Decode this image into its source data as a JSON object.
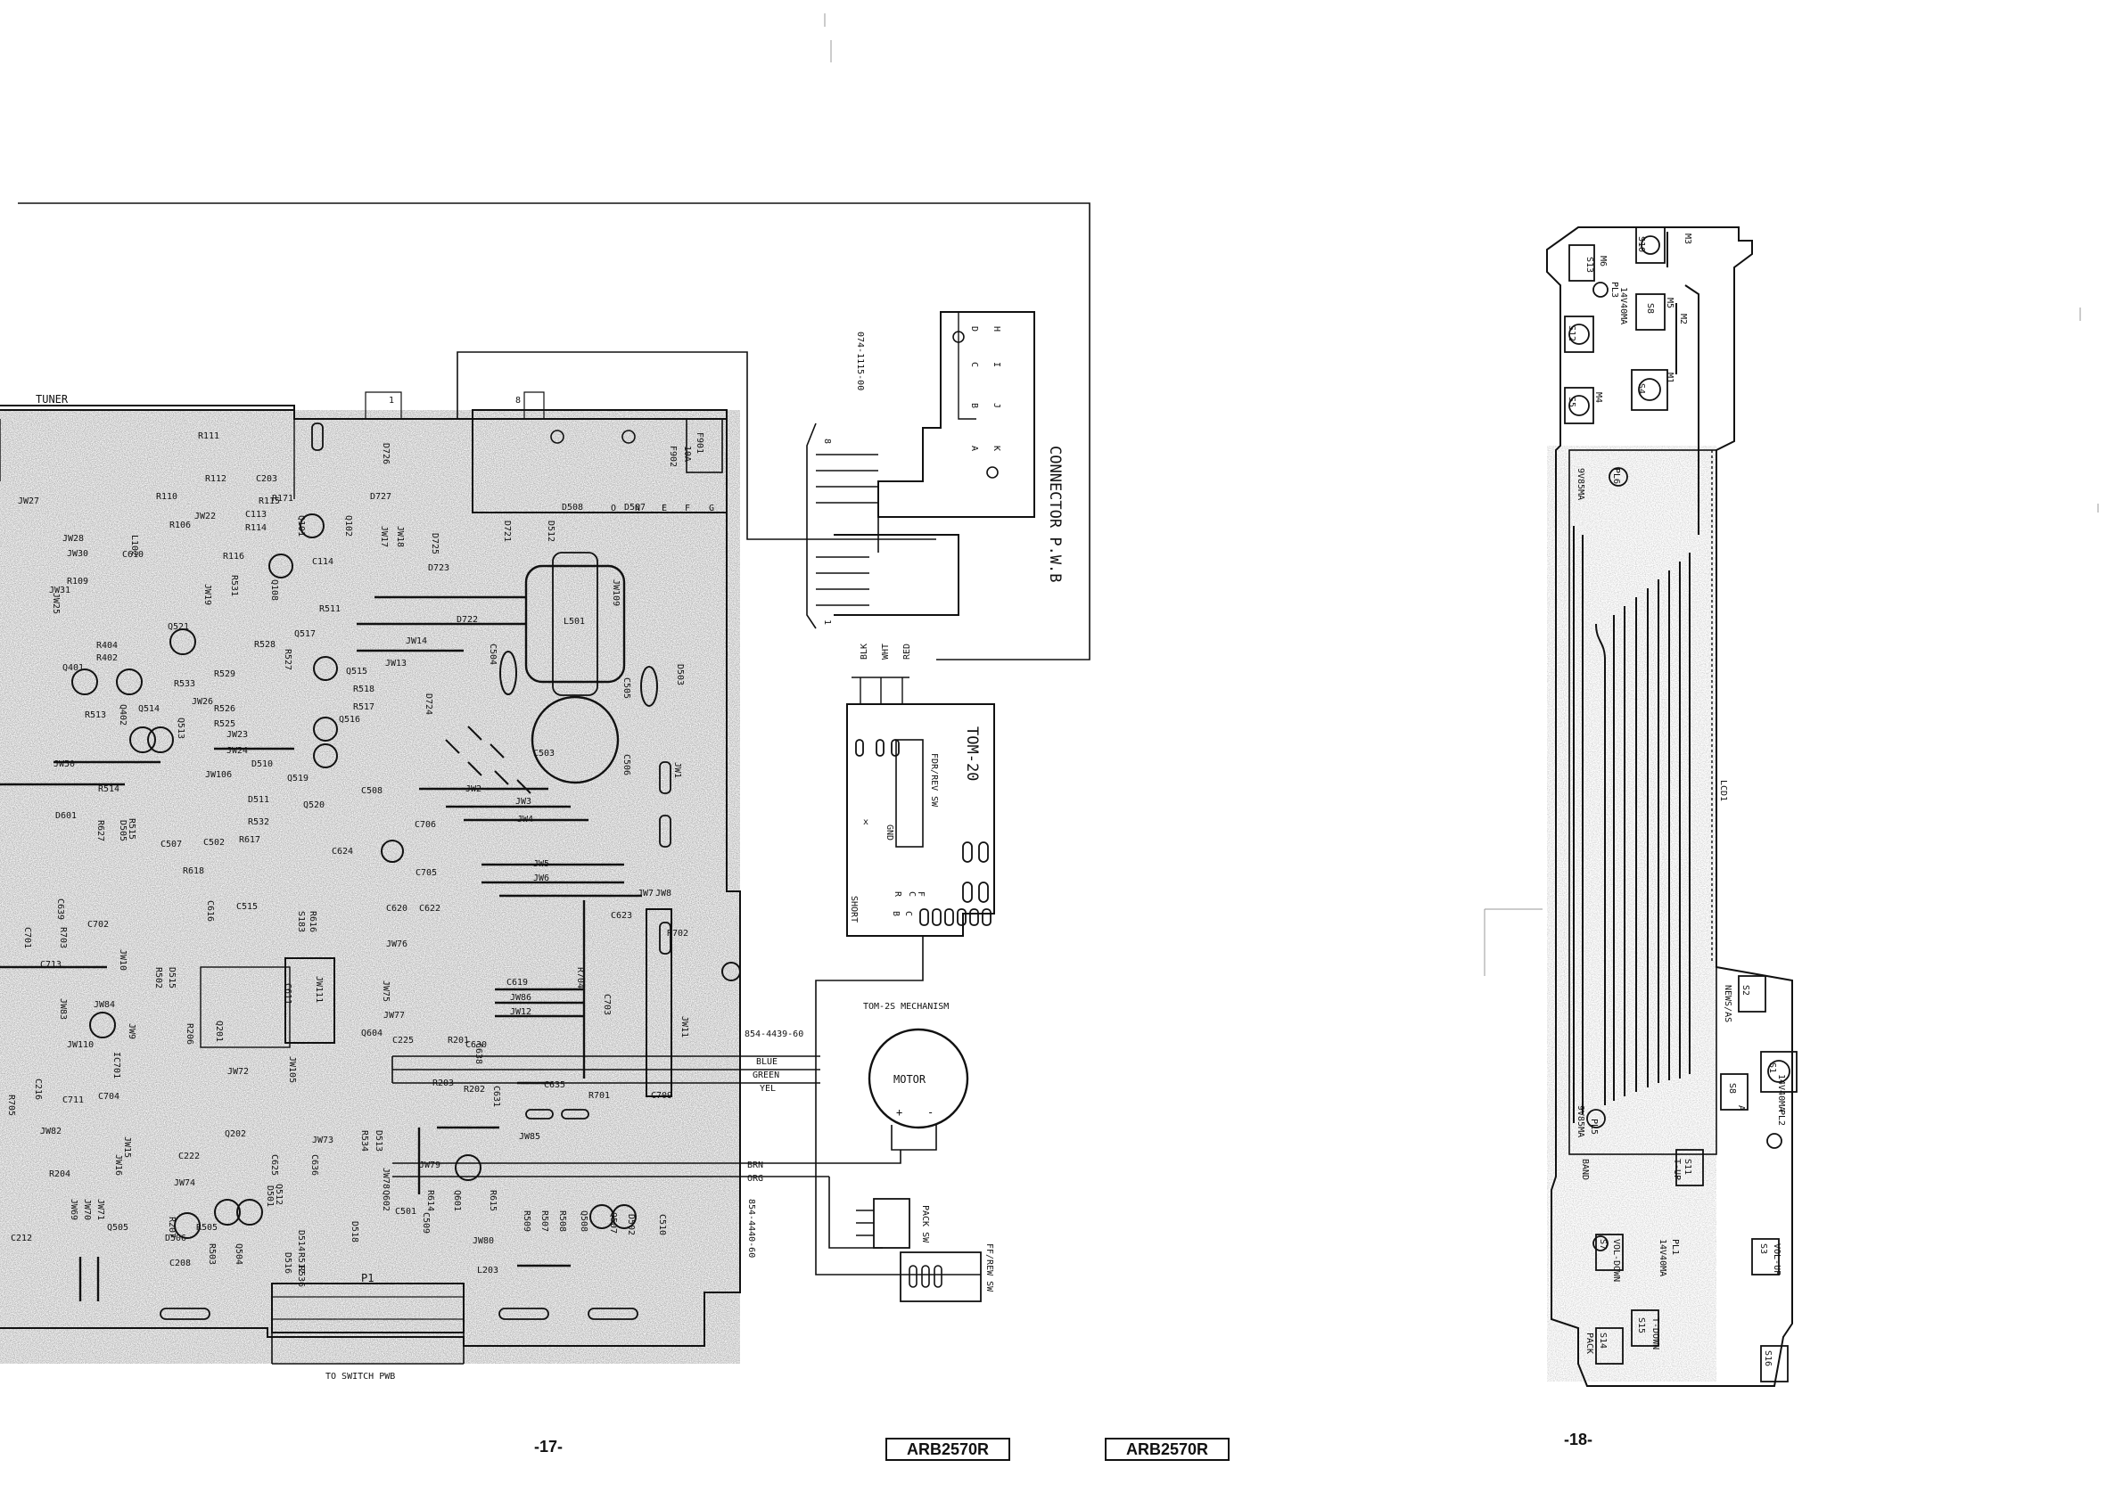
{
  "footer": {
    "page_left": "-17-",
    "page_right": "-18-",
    "model_left": "ARB2570R",
    "model_right": "ARB2570R"
  },
  "left_board": {
    "tuner": "TUNER",
    "to_switch": "TO SWITCH PWB",
    "p1": "P1",
    "pins_top": [
      "1",
      "8"
    ],
    "connector_pins": [
      "O",
      "N",
      "E",
      "F",
      "G"
    ],
    "fuse": "F901",
    "fuse_rating": "10A",
    "fuse_ref": "F902",
    "components": [
      {
        "ref": "R111"
      },
      {
        "ref": "R112"
      },
      {
        "ref": "C203"
      },
      {
        "ref": "JW27"
      },
      {
        "ref": "R110"
      },
      {
        "ref": "R115"
      },
      {
        "ref": "R171"
      },
      {
        "ref": "C113"
      },
      {
        "ref": "R114"
      },
      {
        "ref": "JW22"
      },
      {
        "ref": "R106"
      },
      {
        "ref": "JW28"
      },
      {
        "ref": "C610"
      },
      {
        "ref": "JW30"
      },
      {
        "ref": "R116"
      },
      {
        "ref": "L102"
      },
      {
        "ref": "R109"
      },
      {
        "ref": "JW31"
      },
      {
        "ref": "JW19"
      },
      {
        "ref": "R531"
      },
      {
        "ref": "Q101"
      },
      {
        "ref": "Q102"
      },
      {
        "ref": "C114"
      },
      {
        "ref": "Q108"
      },
      {
        "ref": "R511"
      },
      {
        "ref": "D727"
      },
      {
        "ref": "JW17"
      },
      {
        "ref": "JW18"
      },
      {
        "ref": "D725"
      },
      {
        "ref": "D723"
      },
      {
        "ref": "D726"
      },
      {
        "ref": "D721"
      },
      {
        "ref": "D512"
      },
      {
        "ref": "D508"
      },
      {
        "ref": "D507"
      },
      {
        "ref": "JW109"
      },
      {
        "ref": "L501"
      },
      {
        "ref": "JW25"
      },
      {
        "ref": "R404"
      },
      {
        "ref": "R402"
      },
      {
        "ref": "Q401"
      },
      {
        "ref": "Q521"
      },
      {
        "ref": "R533"
      },
      {
        "ref": "R528"
      },
      {
        "ref": "R529"
      },
      {
        "ref": "R527"
      },
      {
        "ref": "Q517"
      },
      {
        "ref": "Q515"
      },
      {
        "ref": "R518"
      },
      {
        "ref": "R517"
      },
      {
        "ref": "Q516"
      },
      {
        "ref": "JW14"
      },
      {
        "ref": "JW13"
      },
      {
        "ref": "D722"
      },
      {
        "ref": "C504"
      },
      {
        "ref": "D724"
      },
      {
        "ref": "R513"
      },
      {
        "ref": "Q402"
      },
      {
        "ref": "Q514"
      },
      {
        "ref": "Q513"
      },
      {
        "ref": "JW26"
      },
      {
        "ref": "R526"
      },
      {
        "ref": "R525"
      },
      {
        "ref": "JW23"
      },
      {
        "ref": "JW24"
      },
      {
        "ref": "JW50"
      },
      {
        "ref": "JW106"
      },
      {
        "ref": "D510"
      },
      {
        "ref": "Q519"
      },
      {
        "ref": "D511"
      },
      {
        "ref": "Q520"
      },
      {
        "ref": "C508"
      },
      {
        "ref": "C503"
      },
      {
        "ref": "D503"
      },
      {
        "ref": "C505"
      },
      {
        "ref": "C506"
      },
      {
        "ref": "JW1"
      },
      {
        "ref": "JW2"
      },
      {
        "ref": "JW3"
      },
      {
        "ref": "JW4"
      },
      {
        "ref": "JW5"
      },
      {
        "ref": "JW6"
      },
      {
        "ref": "JW7"
      },
      {
        "ref": "JW8"
      },
      {
        "ref": "R514"
      },
      {
        "ref": "D601"
      },
      {
        "ref": "R627"
      },
      {
        "ref": "D505"
      },
      {
        "ref": "R515"
      },
      {
        "ref": "C507"
      },
      {
        "ref": "C502"
      },
      {
        "ref": "R617"
      },
      {
        "ref": "R532"
      },
      {
        "ref": "C706"
      },
      {
        "ref": "C624"
      },
      {
        "ref": "C705"
      },
      {
        "ref": "C639"
      },
      {
        "ref": "R618"
      },
      {
        "ref": "C616"
      },
      {
        "ref": "C515"
      },
      {
        "ref": "S183"
      },
      {
        "ref": "R616"
      },
      {
        "ref": "C620"
      },
      {
        "ref": "C622"
      },
      {
        "ref": "C623"
      },
      {
        "ref": "R702"
      },
      {
        "ref": "C701"
      },
      {
        "ref": "R703"
      },
      {
        "ref": "C702"
      },
      {
        "ref": "C713"
      },
      {
        "ref": "JW10"
      },
      {
        "ref": "R502"
      },
      {
        "ref": "D515"
      },
      {
        "ref": "C611"
      },
      {
        "ref": "JW111"
      },
      {
        "ref": "JW75"
      },
      {
        "ref": "JW76"
      },
      {
        "ref": "JW77"
      },
      {
        "ref": "C619"
      },
      {
        "ref": "JW86"
      },
      {
        "ref": "JW12"
      },
      {
        "ref": "R704"
      },
      {
        "ref": "C703"
      },
      {
        "ref": "JW11"
      },
      {
        "ref": "JW83"
      },
      {
        "ref": "JW84"
      },
      {
        "ref": "JW9"
      },
      {
        "ref": "IC701"
      },
      {
        "ref": "JW110"
      },
      {
        "ref": "R206"
      },
      {
        "ref": "Q201"
      },
      {
        "ref": "Q604"
      },
      {
        "ref": "C225"
      },
      {
        "ref": "R201"
      },
      {
        "ref": "C630"
      },
      {
        "ref": "C638"
      },
      {
        "ref": "R705"
      },
      {
        "ref": "C216"
      },
      {
        "ref": "C704"
      },
      {
        "ref": "C711"
      },
      {
        "ref": "JW72"
      },
      {
        "ref": "JW105"
      },
      {
        "ref": "R203"
      },
      {
        "ref": "R202"
      },
      {
        "ref": "C631"
      },
      {
        "ref": "C635"
      },
      {
        "ref": "R701"
      },
      {
        "ref": "C709"
      },
      {
        "ref": "JW82"
      },
      {
        "ref": "JW16"
      },
      {
        "ref": "JW15"
      },
      {
        "ref": "C222"
      },
      {
        "ref": "Q202"
      },
      {
        "ref": "JW73"
      },
      {
        "ref": "C625"
      },
      {
        "ref": "C636"
      },
      {
        "ref": "R534"
      },
      {
        "ref": "D513"
      },
      {
        "ref": "JW78"
      },
      {
        "ref": "JW79"
      },
      {
        "ref": "R614"
      },
      {
        "ref": "Q601"
      },
      {
        "ref": "R615"
      },
      {
        "ref": "JW85"
      },
      {
        "ref": "R204"
      },
      {
        "ref": "JW74"
      },
      {
        "ref": "Q512"
      },
      {
        "ref": "Q602"
      },
      {
        "ref": "C509"
      },
      {
        "ref": "C501"
      },
      {
        "ref": "R509"
      },
      {
        "ref": "R507"
      },
      {
        "ref": "R508"
      },
      {
        "ref": "Q508"
      },
      {
        "ref": "Q507"
      },
      {
        "ref": "D502"
      },
      {
        "ref": "C510"
      },
      {
        "ref": "C212"
      },
      {
        "ref": "JW69"
      },
      {
        "ref": "JW70"
      },
      {
        "ref": "JW71"
      },
      {
        "ref": "Q505"
      },
      {
        "ref": "R207"
      },
      {
        "ref": "D506"
      },
      {
        "ref": "C208"
      },
      {
        "ref": "R505"
      },
      {
        "ref": "R503"
      },
      {
        "ref": "Q504"
      },
      {
        "ref": "D501"
      },
      {
        "ref": "D514"
      },
      {
        "ref": "R512"
      },
      {
        "ref": "R536"
      },
      {
        "ref": "D516"
      },
      {
        "ref": "D518"
      },
      {
        "ref": "JW80"
      },
      {
        "ref": "L203"
      }
    ]
  },
  "connector_pwb": {
    "title": "CONNECTOR P.W.B",
    "part_no": "074-1115-00",
    "row1": [
      "H",
      "I",
      "J",
      "K"
    ],
    "row2": [
      "D",
      "C",
      "B",
      "A"
    ],
    "pin_top": "8",
    "pin_bottom": "1"
  },
  "tom_board": {
    "title": "TOM-20",
    "wires": [
      "BLK",
      "WHT",
      "RED"
    ],
    "fdr_sw": "FDR/REV SW",
    "gnd": "GND",
    "short": "SHORT",
    "pins": [
      "B",
      "C",
      "R",
      "F",
      "C"
    ]
  },
  "mechanism": {
    "title": "TOM-2S MECHANISM",
    "part_no": "854-4439-60",
    "wires": [
      "BLUE",
      "GREEN",
      "YEL"
    ],
    "motor": "MOTOR",
    "plus": "+",
    "minus": "-",
    "wires2": [
      "BRN",
      "ORG"
    ],
    "part_no2": "854-4440-60",
    "pack_sw": "PACK SW",
    "ff_sw": "FF/REW SW"
  },
  "switch_board": {
    "labels": [
      {
        "text": "M3"
      },
      {
        "text": "S10"
      },
      {
        "text": "M6"
      },
      {
        "text": "S13"
      },
      {
        "text": "PL3"
      },
      {
        "text": "14V40MA"
      },
      {
        "text": "M5"
      },
      {
        "text": "S8"
      },
      {
        "text": "M2"
      },
      {
        "text": "S12"
      },
      {
        "text": "S4"
      },
      {
        "text": "M1"
      },
      {
        "text": "M4"
      },
      {
        "text": "S5"
      },
      {
        "text": "PL6"
      },
      {
        "text": "9V85MA"
      },
      {
        "text": "LCD1"
      },
      {
        "text": "S2"
      },
      {
        "text": "NEWS/AS"
      },
      {
        "text": "S1"
      },
      {
        "text": "14V40MA"
      },
      {
        "text": "PL2"
      },
      {
        "text": "S8"
      },
      {
        "text": "A"
      },
      {
        "text": "PL5"
      },
      {
        "text": "9V85MA"
      },
      {
        "text": "BAND"
      },
      {
        "text": "S11"
      },
      {
        "text": "T-UP"
      },
      {
        "text": "PL1"
      },
      {
        "text": "14V40MA"
      },
      {
        "text": "S3"
      },
      {
        "text": "VOL-UP"
      },
      {
        "text": "S7"
      },
      {
        "text": "VOL-DOWN"
      },
      {
        "text": "S15"
      },
      {
        "text": "T-DOWN"
      },
      {
        "text": "S14"
      },
      {
        "text": "PACK"
      },
      {
        "text": "S16"
      }
    ]
  }
}
